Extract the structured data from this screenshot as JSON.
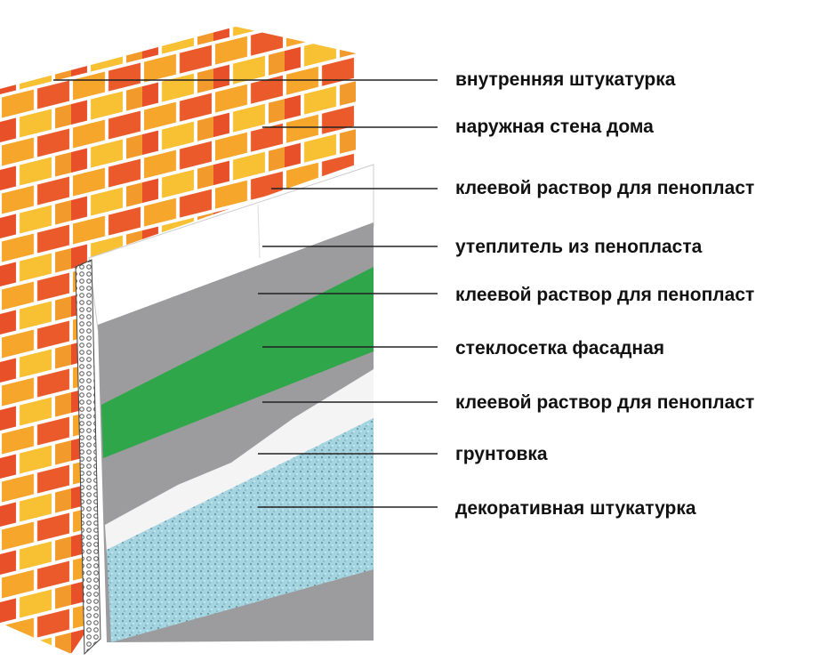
{
  "labels": [
    "внутренняя штукатурка",
    "наружная стена дома",
    "клеевой раствор для пенопласт",
    "утеплитель из пенопласта",
    "клеевой раствор для пенопласт",
    "стеклосетка фасадная",
    "клеевой раствор для пенопласт",
    "грунтовка",
    "декоративная штукатурка"
  ],
  "colors": {
    "brick_light": "#f7b52c",
    "brick_dark": "#e8502a",
    "mortar": "#ffffff",
    "foam": "#ffffff",
    "adhesive": "#9c9c9e",
    "mesh": "#2fa64a",
    "primer": "#f4f4f4",
    "decorative": "#9fd3df"
  }
}
